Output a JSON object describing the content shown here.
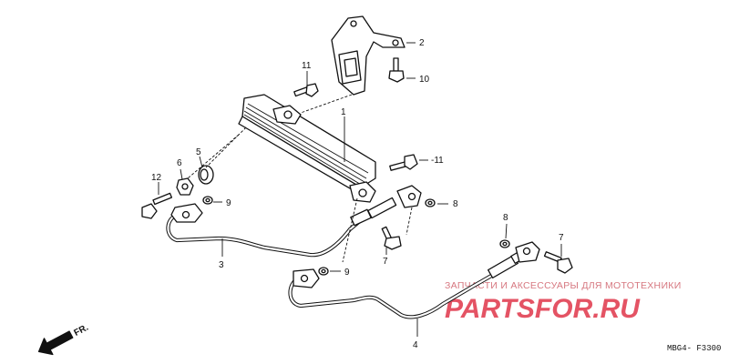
{
  "callouts": {
    "c1": "1",
    "c2": "2",
    "c3": "3",
    "c4": "4",
    "c5": "5",
    "c6": "6",
    "c7a": "7",
    "c7b": "7",
    "c8a": "8",
    "c8b": "8",
    "c9a": "9",
    "c9b": "9",
    "c10": "10",
    "c11a": "11",
    "c11b": "-11",
    "c12": "12"
  },
  "front_marker": "FR.",
  "watermark": {
    "tagline": "ЗАПЧАСТИ И АКСЕССУАРЫ ДЛЯ МОТОТЕХНИКИ",
    "logo": "PARTSFOR.RU",
    "color": "#e0364a"
  },
  "diagram_code": "MBG4- F3300"
}
